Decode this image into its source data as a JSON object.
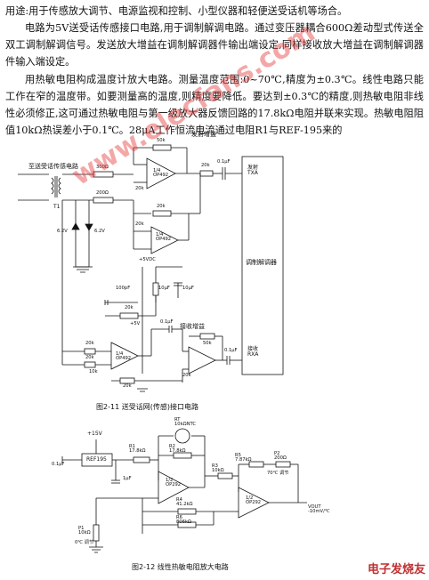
{
  "text": {
    "p1": "用途:用于传感放大调节、电源监视和控制、小型仪器和轻便送受话机等场合。",
    "p2": "电路为5V送受话传感接口电路,用于调制解调电路。通过变压器耦合600Ω差动型式传送全双工调制解调信号。发送放大增益在调制解调器件输出端设定,同样接收放大增益在调制解调器件输入端设定。",
    "p3": "用热敏电阻构成温度计放大电路。测量温度范围:0~70℃,精度为±0.3℃。线性电路只能工作在窄的温度带。如要测量高的温度,则精度要降低。要达到±0.3℃的精度,则热敏电阻非线性必须修正,这可通过热敏电阻与第一级放大器反馈回路的17.8kΩ电阻并联来实现。热敏电阻阻值10kΩ热误差小于0.1℃。28μA工作恒流电流通过电阻R1与REF-195来的"
  },
  "fig1": {
    "caption": "图2-11  送受话网(传感)接口电路",
    "labels": {
      "tx_gain": "发射增益",
      "line_in": "至送受话传感电路",
      "r300": "300Ω",
      "r200": "200Ω",
      "t1": "T1",
      "z1": "6.2V",
      "z2": "6.2V",
      "r50k": "50k",
      "r20k_a": "20k",
      "c01_a": "0.1μF",
      "r20k_b": "20k",
      "r20k_c": "20k",
      "r20k_d": "20k",
      "amp_a": "1/4\nOP492",
      "amp_b": "1/4\nOP492",
      "vdc": "+5VDC",
      "tx_label": "发射\nTXA",
      "modem": "调制解调器",
      "c100p": "100pF",
      "r20k_e": "20k",
      "c10u_a": "10μF",
      "c10u_b": "10μF",
      "plus5": "+5V",
      "rx_gain": "接收增益",
      "c01_b": "0.1μF",
      "r50k_b": "50k",
      "r20k_f": "20k",
      "r20k_g": "20k",
      "c01_c": "0.1μF",
      "r20k_h": "20k",
      "r10k": "10k",
      "r20k_i": "20k",
      "amp_c": "1/4\nOP492",
      "rx_label": "接收\nRXA"
    }
  },
  "fig2": {
    "caption": "图2-12  线性热敏电阻放大电路",
    "labels": {
      "v15": "+15V",
      "c01": "0.1μF",
      "ref": "REF195",
      "r1": "R1\n17.8kΩ",
      "rt": "RT\n10kΩNTC",
      "r2": "R2\n17.8kΩ",
      "r3": "R3\n10kΩ",
      "r5": "R5\n7.87kΩ",
      "p2": "P2\n200Ω",
      "adj70": "70℃ 调节",
      "amp1": "1/2\nOP292",
      "amp2": "1/2\nOP292",
      "c1u": "1μF",
      "r4": "R4\n41.2kΩ",
      "r6": "R6\n806kΩ",
      "p1": "P1\n10kΩ",
      "adj0": "0℃ 调节",
      "vout": "VOUT\n-10mV/℃"
    }
  },
  "watermark": "www.elecfans.com",
  "logo": "电子发烧友"
}
